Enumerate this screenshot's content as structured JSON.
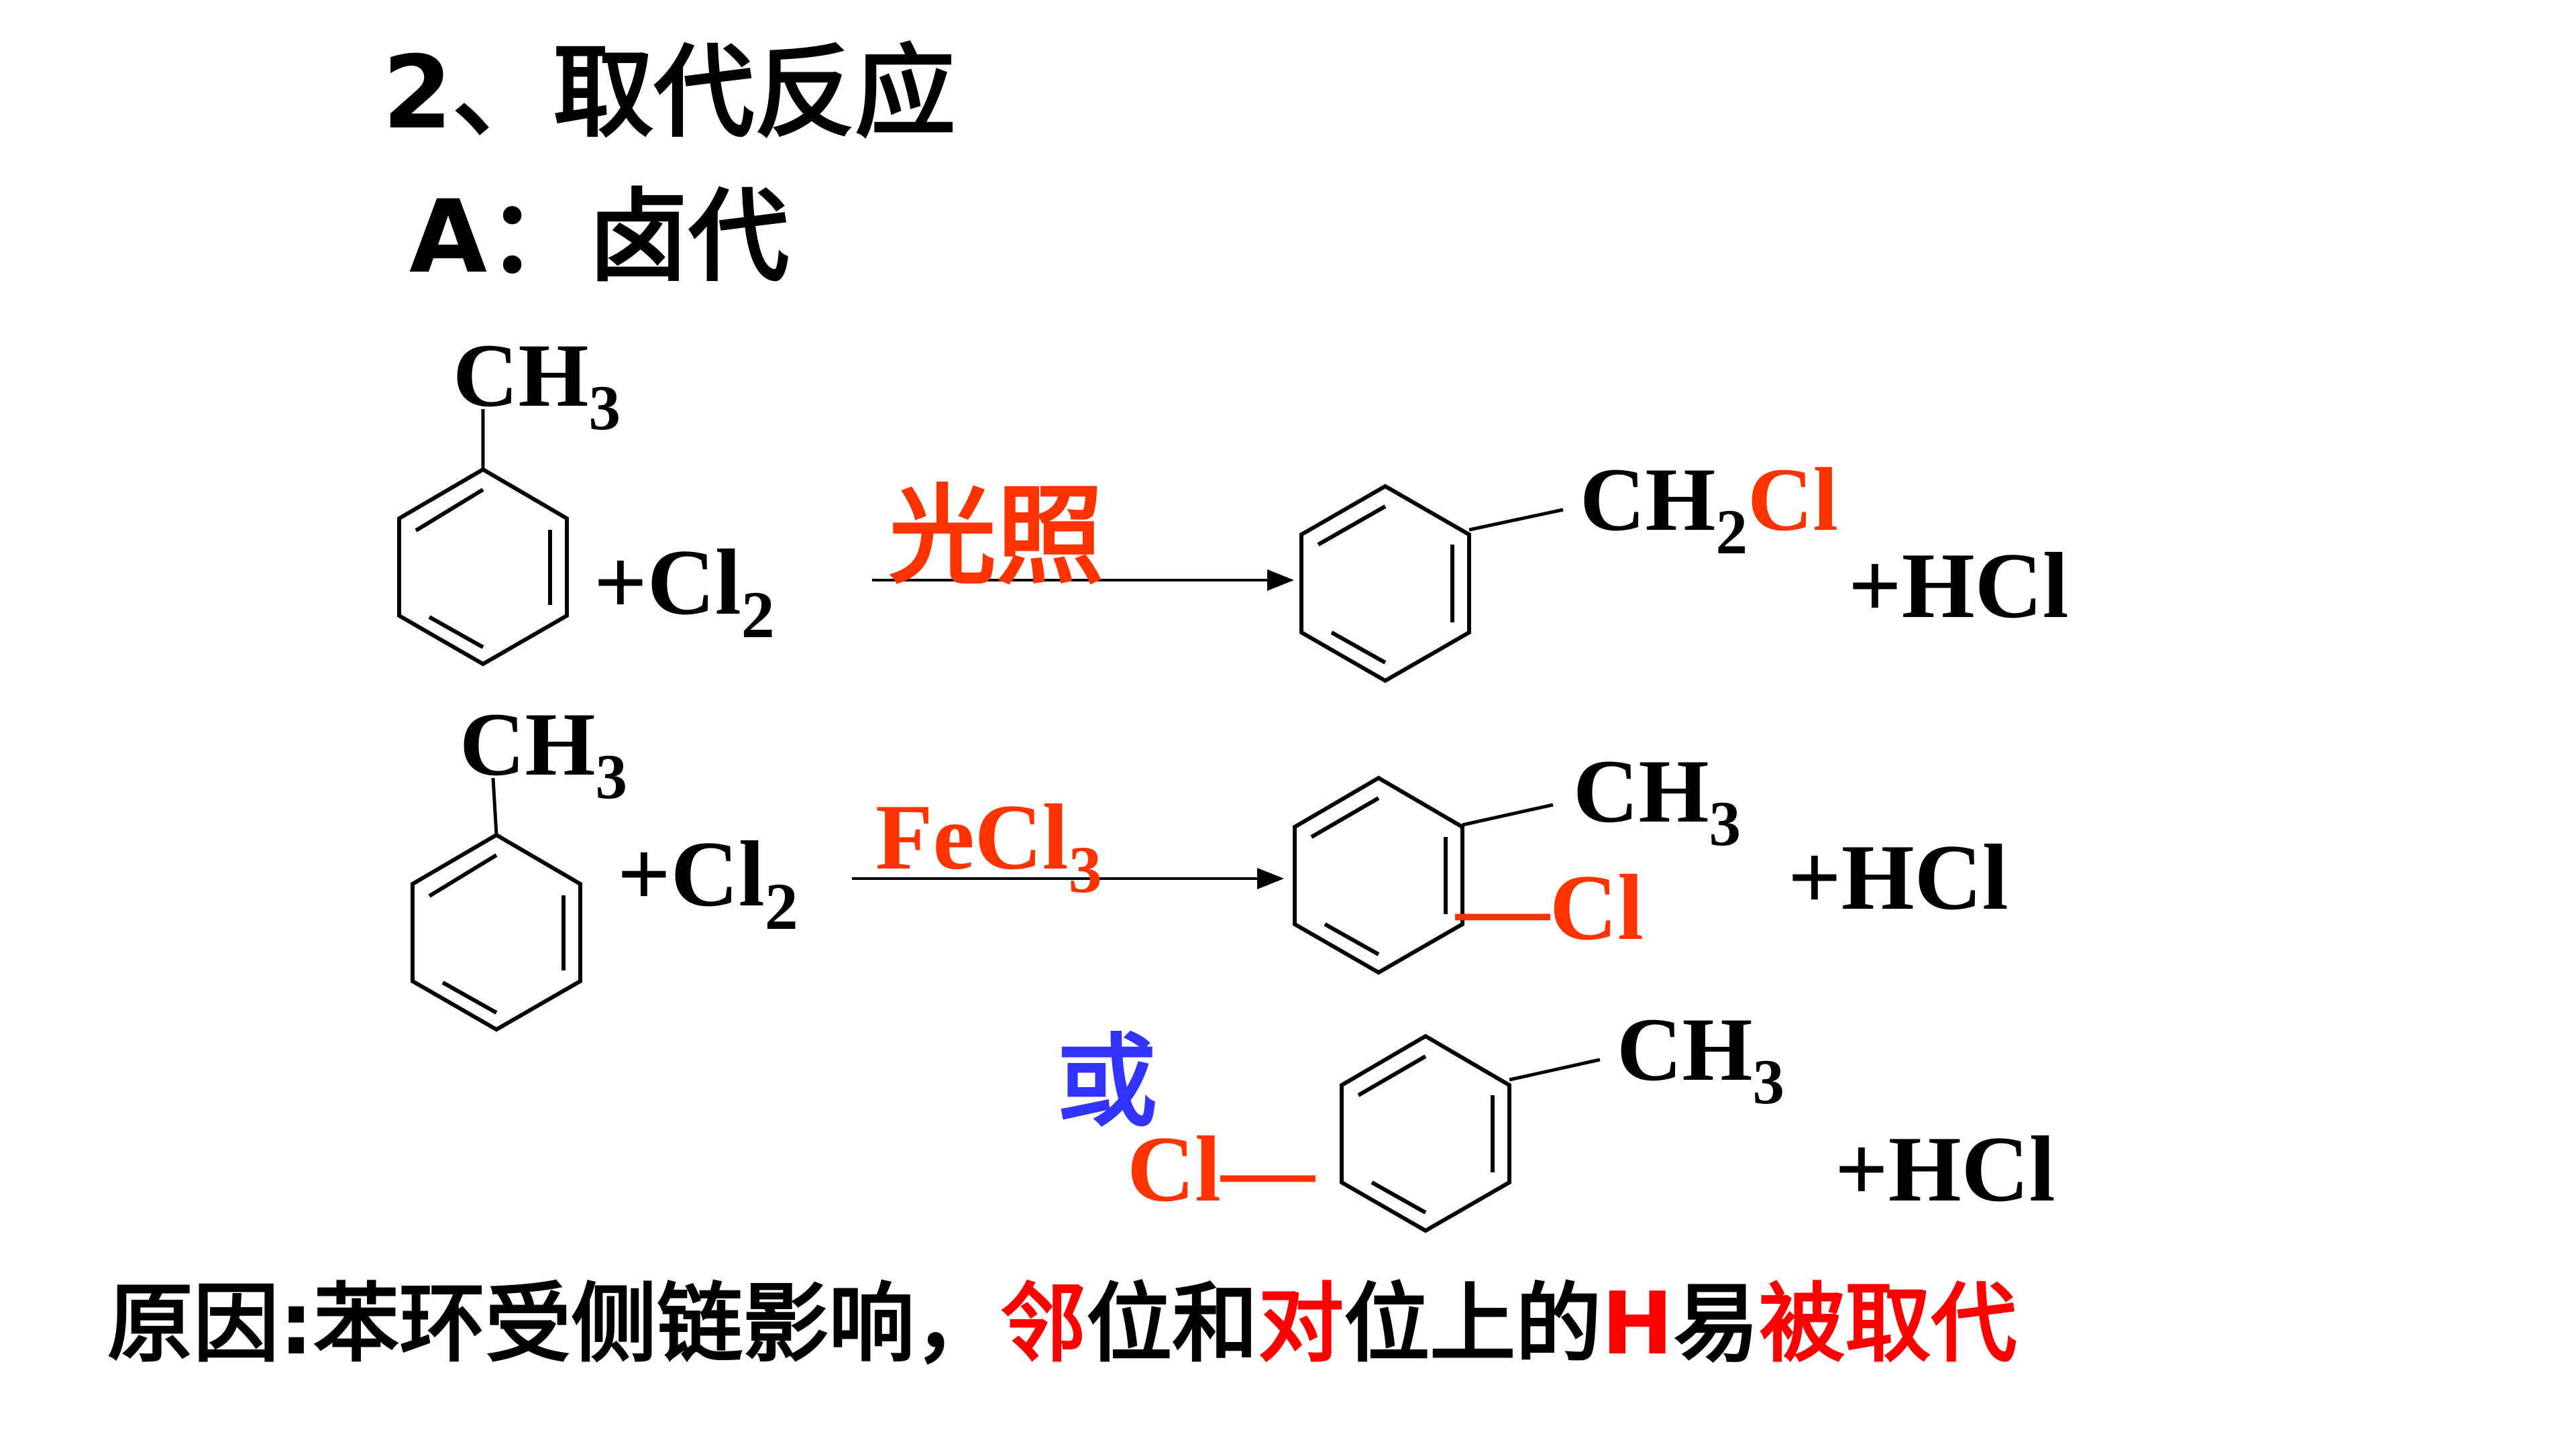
{
  "colors": {
    "text": "#000000",
    "red_orange": "#ff3300",
    "red": "#ff0000",
    "blue": "#3333ff"
  },
  "heading": {
    "section": "2、取代反应",
    "subsection": "A：卤代"
  },
  "reaction1": {
    "reactant_group": "CH",
    "reactant_group_sub": "3",
    "reagent": "+Cl",
    "reagent_sub": "2",
    "condition": "光照",
    "product_ch": "CH",
    "product_ch_sub": "2",
    "product_cl": "Cl",
    "byproduct": "+HCl"
  },
  "reaction2": {
    "reactant_group": "CH",
    "reactant_group_sub": "3",
    "reagent": "+Cl",
    "reagent_sub": "2",
    "condition": "FeCl",
    "condition_sub": "3",
    "product_ch": "CH",
    "product_ch_sub": "3",
    "product_cl": "—Cl",
    "byproduct": "+HCl"
  },
  "alternative": {
    "label": "或",
    "product_cl": "Cl—",
    "product_ch": "CH",
    "product_ch_sub": "3",
    "byproduct": "+HCl"
  },
  "reason": {
    "prefix": "原因:苯环受侧链影响，",
    "w1": "邻",
    "t1": "位和",
    "w2": "对",
    "t2": "位上的",
    "w3": "H",
    "t3": "易",
    "w4": "被取代"
  }
}
